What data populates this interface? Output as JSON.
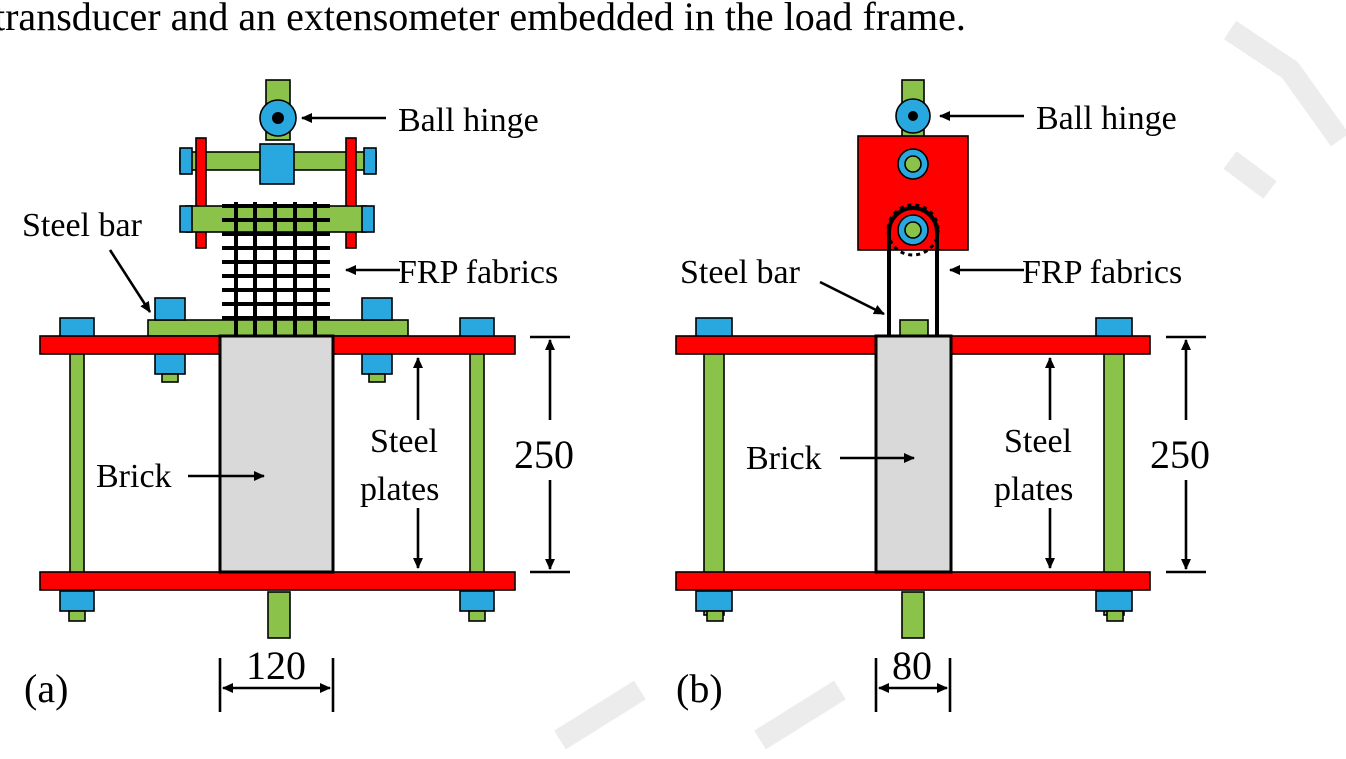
{
  "top_text": "transducer and an extensometer embedded in the load frame.",
  "panel_a": {
    "label_ball_hinge": "Ball hinge",
    "label_steel_bar": "Steel bar",
    "label_frp_fabrics": "FRP fabrics",
    "label_brick": "Brick",
    "label_steel": "Steel",
    "label_plates": "plates",
    "dim_height": "250",
    "dim_width": "120",
    "caption": "(a)"
  },
  "panel_b": {
    "label_ball_hinge": "Ball hinge",
    "label_steel_bar": "Steel bar",
    "label_frp_fabrics": "FRP fabrics",
    "label_brick": "Brick",
    "label_steel": "Steel",
    "label_plates": "plates",
    "dim_height": "250",
    "dim_width": "80",
    "caption": "(b)"
  },
  "colors": {
    "plate": "#ff0000",
    "rod": "#8bc34a",
    "nut": "#29a8e0",
    "brick": "#d9d9d9"
  }
}
